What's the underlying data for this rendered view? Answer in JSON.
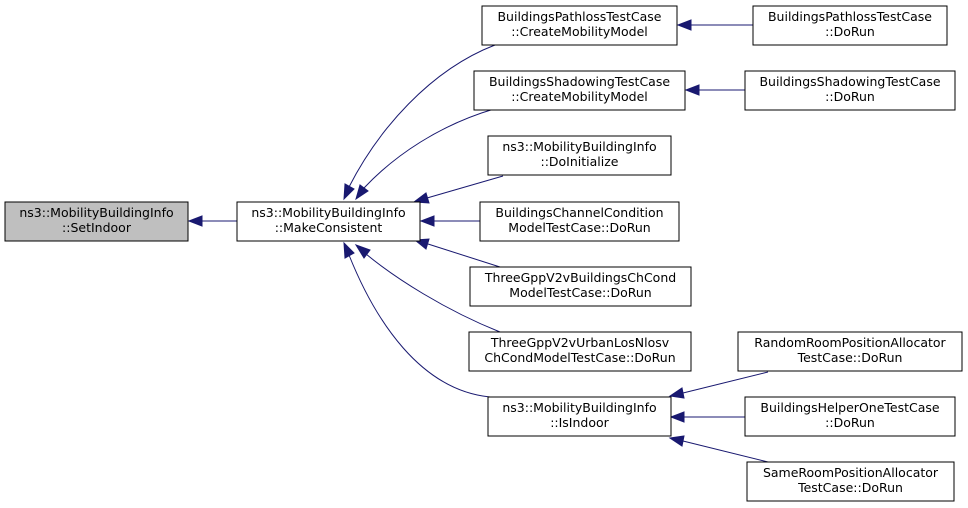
{
  "colors": {
    "edge": "#191970",
    "root_fill": "#bfbfbf",
    "node_fill": "#ffffff",
    "border": "#000000"
  },
  "nodes": {
    "set_indoor": [
      "ns3::MobilityBuildingInfo",
      "::SetIndoor"
    ],
    "make_consistent": [
      "ns3::MobilityBuildingInfo",
      "::MakeConsistent"
    ],
    "pathloss_cmm": [
      "BuildingsPathlossTestCase",
      "::CreateMobilityModel"
    ],
    "pathloss_dorun": [
      "BuildingsPathlossTestCase",
      "::DoRun"
    ],
    "shadowing_cmm": [
      "BuildingsShadowingTestCase",
      "::CreateMobilityModel"
    ],
    "shadowing_dorun": [
      "BuildingsShadowingTestCase",
      "::DoRun"
    ],
    "do_initialize": [
      "ns3::MobilityBuildingInfo",
      "::DoInitialize"
    ],
    "channel_condition": [
      "BuildingsChannelCondition",
      "ModelTestCase::DoRun"
    ],
    "v2v_buildings": [
      "ThreeGppV2vBuildingsChCond",
      "ModelTestCase::DoRun"
    ],
    "v2v_urban": [
      "ThreeGppV2vUrbanLosNlosv",
      "ChCondModelTestCase::DoRun"
    ],
    "is_indoor": [
      "ns3::MobilityBuildingInfo",
      "::IsIndoor"
    ],
    "random_room": [
      "RandomRoomPositionAllocator",
      "TestCase::DoRun"
    ],
    "helper_one": [
      "BuildingsHelperOneTestCase",
      "::DoRun"
    ],
    "same_room": [
      "SameRoomPositionAllocator",
      "TestCase::DoRun"
    ]
  }
}
